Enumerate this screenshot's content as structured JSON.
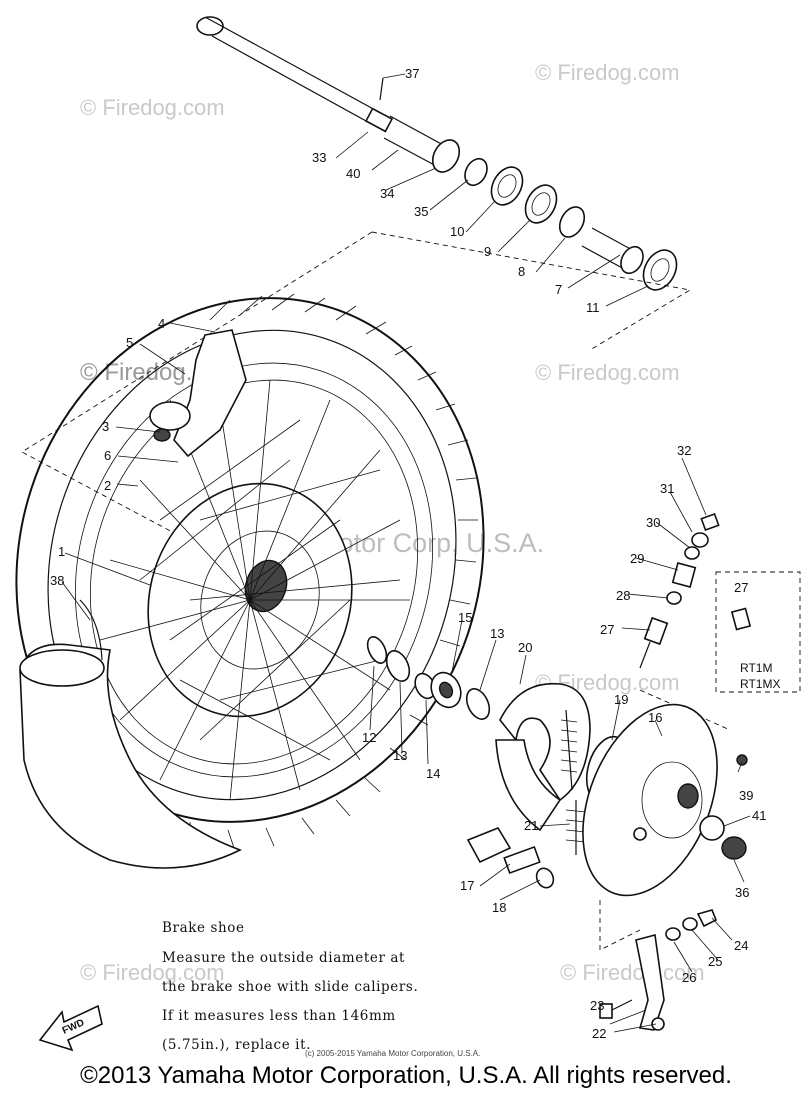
{
  "watermarks": {
    "site": "© Firedog.com",
    "corp": "Yamaha Motor Corp, U.S.A.",
    "small_copyright": "(c) 2005-2015 Yamaha Motor Corporation, U.S.A."
  },
  "callouts": [
    "1",
    "2",
    "3",
    "4",
    "5",
    "6",
    "7",
    "8",
    "9",
    "10",
    "11",
    "12",
    "13",
    "13",
    "14",
    "15",
    "16",
    "17",
    "18",
    "19",
    "20",
    "21",
    "22",
    "23",
    "24",
    "25",
    "26",
    "27",
    "27",
    "28",
    "29",
    "30",
    "31",
    "32",
    "33",
    "34",
    "35",
    "36",
    "37",
    "38",
    "39",
    "40",
    "41"
  ],
  "model_box": {
    "part": "27",
    "models": [
      "RT1M",
      "RT1MX"
    ]
  },
  "note": {
    "lines": [
      "Brake  shoe",
      "Measure  the  outside  diameter  at",
      "the  brake  shoe  with  slide  calipers.",
      "If  it measures   less   than   146mm",
      "(5.75in.),  replace  it."
    ]
  },
  "direction_label": "FWD",
  "footer": "©2013 Yamaha Motor Corporation, U.S.A. All rights reserved."
}
